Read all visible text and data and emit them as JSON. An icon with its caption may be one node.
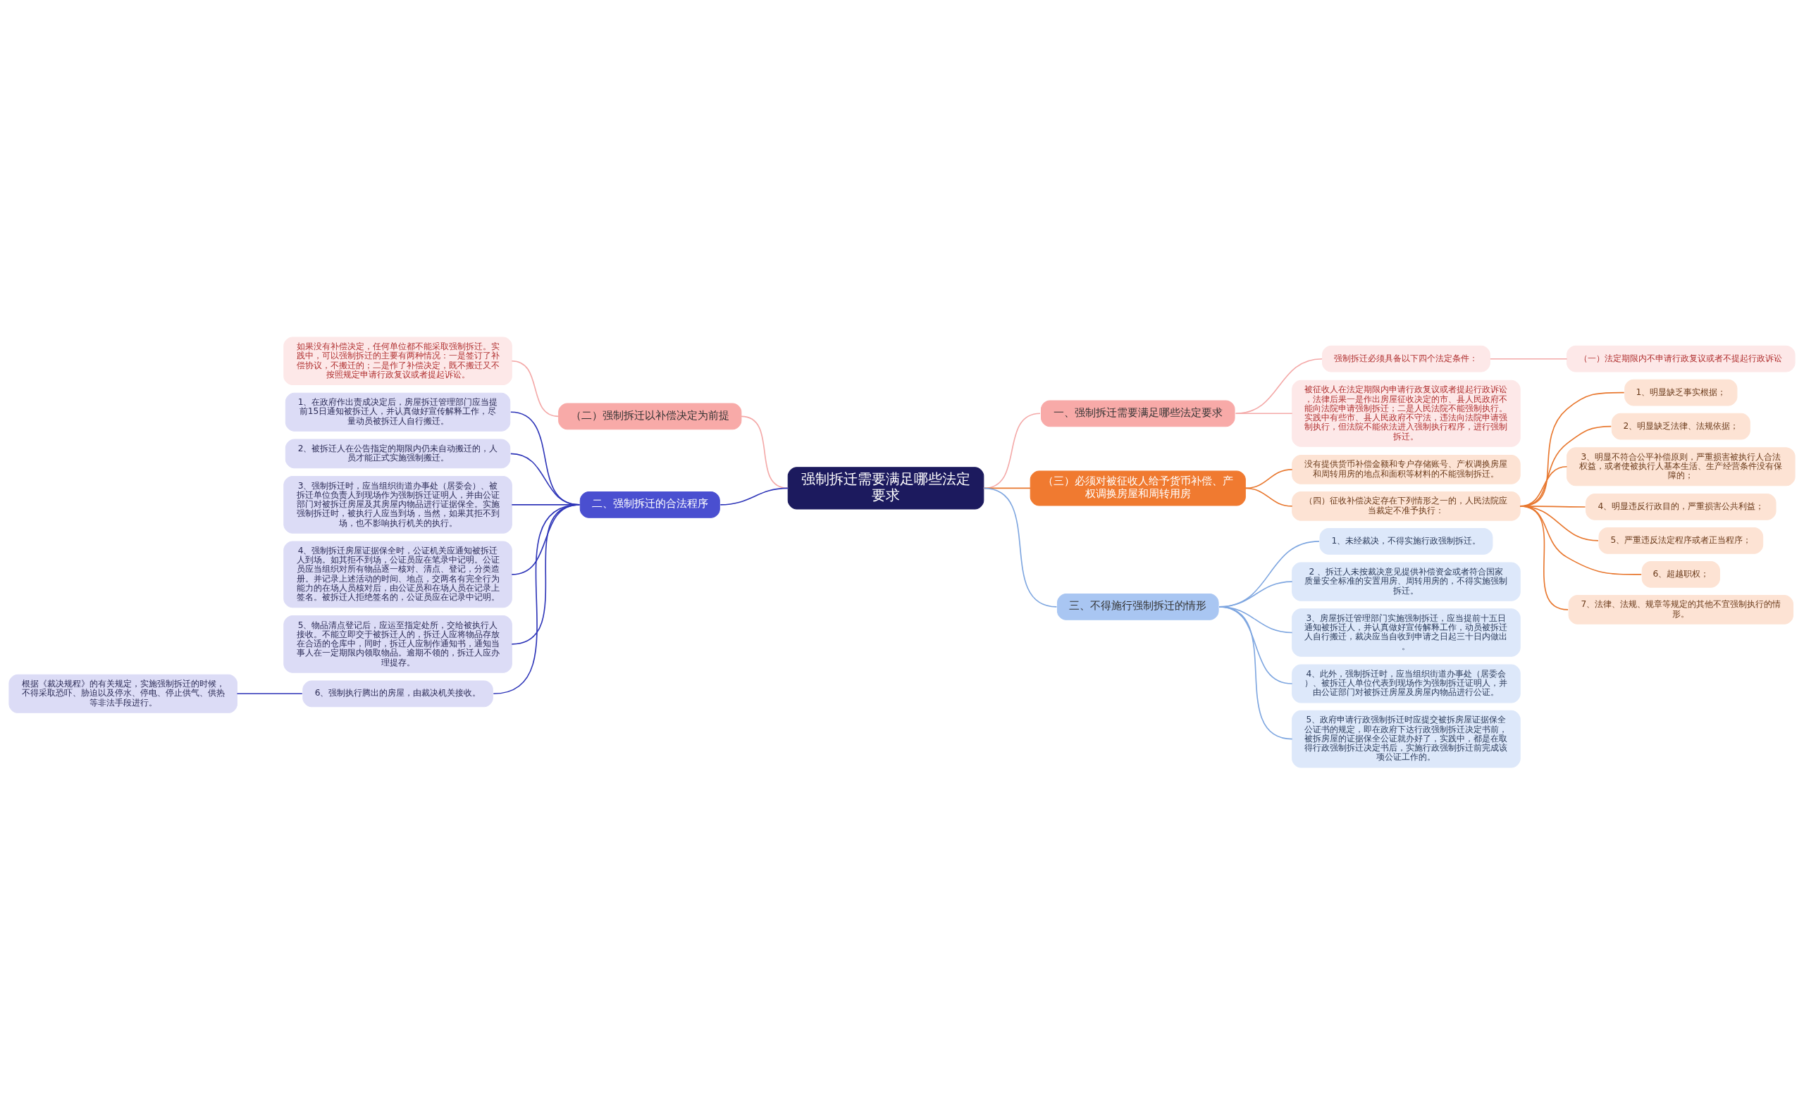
{
  "diagram": {
    "nodes": [
      {
        "text": [
          "强制拆迁需要满足哪些法定要求"
        ]
      },
      {
        "text": [
          "一、强制拆迁需要满足哪些法定要求"
        ]
      },
      {
        "text": [
          "强制拆迁必须具备以下四个法定条件："
        ]
      },
      {
        "text": [
          "（一）法定期限内不申请行政复议或者不提起行政诉讼"
        ]
      },
      {
        "text": [
          "被征收人在法定期限内申请行政复议或者提起行政诉讼，法律后果一是作出房屋征收决定的市、县人民政府不能向法院申请强制拆迁；二是人民法院不能强制执行。实践中有些市、县人民政府不守法，违法向法院申请强制执行，但法院不能依法进入强制执行程序，进行强制拆迁。"
        ]
      },
      {
        "text": [
          "（二）强制拆迁以补偿决定为前提"
        ]
      },
      {
        "text": [
          "如果没有补偿决定，任何单位都不能采取强制拆迁。实践中，可以强制拆迁的主要有两种情况：一是签订了补偿协议，不搬迁的；二是作了补偿决定，既不搬迁又不按照规定申请行政复议或者提起诉讼。"
        ]
      },
      {
        "text": [
          "（三）必须对被征收人给予货币补偿、产权调换房屋和周转用房"
        ]
      },
      {
        "text": [
          "没有提供货币补偿金额和专户存储账号、产权调换房屋和周转用房的地点和面积等材料的不能强制拆迁。"
        ]
      },
      {
        "text": [
          "（四）征收补偿决定存在下列情形之一的，人民法院应当裁定不准予执行："
        ]
      },
      {
        "text": [
          "1、明显缺乏事实根据；"
        ]
      },
      {
        "text": [
          "2、明显缺乏法律、法规依据；"
        ]
      },
      {
        "text": [
          "3、明显不符合公平补偿原则，严重损害被执行人合法权益，或者使被执行人基本生活、生产经营条件没有保障的；"
        ]
      },
      {
        "text": [
          "4、明显违反行政目的，严重损害公共利益；"
        ]
      },
      {
        "text": [
          "5、严重违反法定程序或者正当程序；"
        ]
      },
      {
        "text": [
          "6、超越职权；"
        ]
      },
      {
        "text": [
          "7、法律、法规、规章等规定的其他不宜强制执行的情形。"
        ]
      },
      {
        "text": [
          "二、强制拆迁的合法程序"
        ]
      },
      {
        "text": [
          "1、在政府作出责成决定后，房屋拆迁管理部门应当提前15日通知被拆迁人，并认真做好宣传解释工作，尽量动员被拆迁人自行搬迁。"
        ]
      },
      {
        "text": [
          "2、被拆迁人在公告指定的期限内仍未自动搬迁的，人员才能正式实施强制搬迁。"
        ]
      },
      {
        "text": [
          "3、强制拆迁时，应当组织街道办事处（居委会）、被拆迁单位负责人到现场作为强制拆迁证明人，并由公证部门对被拆迁房屋及其房屋内物品进行证据保全。实施强制拆迁时，被执行人应当到场，当然，如果其拒不到场，也不影响执行机关的执行。"
        ]
      },
      {
        "text": [
          "4、强制拆迁房屋证据保全时，公证机关应通知被拆迁人到场。如其拒不到场，公证员应在笔录中记明。公证员应当组织对所有物品逐一核对、清点、登记，分类造册。并记录上述活动的时间、地点，交两名有完全行为能力的在场人员核对后，由公证员和在场人员在记录上签名。被拆迁人拒绝签名的，公证员应在记录中记明。"
        ]
      },
      {
        "text": [
          "5、物品清点登记后，应运至指定处所，交给被执行人接收。不能立即交于被拆迁人的，拆迁人应将物品存放在合适的仓库中，同时，拆迁人应制作通知书，通知当事人在一定期限内领取物品。逾期不领的，拆迁人应办理提存。"
        ]
      },
      {
        "text": [
          "6、强制执行腾出的房屋，由裁决机关接收。"
        ]
      },
      {
        "text": [
          "根据《裁决规程》的有关规定，实施强制拆迁的时候，不得采取恐吓、胁迫以及停水、停电、停止供气、供热等非法手段进行。"
        ]
      },
      {
        "text": [
          "三、不得施行强制拆迁的情形"
        ]
      },
      {
        "text": [
          "1、未经裁决，不得实施行政强制拆迁。"
        ]
      },
      {
        "text": [
          "2 、拆迁人未按裁决意见提供补偿资金或者符合国家质量安全标准的安置用房、周转用房的，不得实施强制拆迁。"
        ]
      },
      {
        "text": [
          "3、房屋拆迁管理部门实施强制拆迁，应当提前十五日通知被拆迁人，并认真做好宣传解释工作，动员被拆迁人自行搬迁，裁决应当自收到申请之日起三十日内做出。"
        ]
      },
      {
        "text": [
          "4、此外，强制拆迁时，应当组织街道办事处（居委会）、被拆迁人单位代表到现场作为强制拆迁证明人，并由公证部门对被拆迁房屋及房屋内物品进行公证。"
        ]
      },
      {
        "text": [
          "5、政府申请行政强制拆迁时应提交被拆房屋证据保全公证书的规定，即在政府下达行政强制拆迁决定书前，被拆房屋的证据保全公证就办好了，实践中，都是在取得行政强制拆迁决定书后，实施行政强制拆迁前完成该项公证工作的。"
        ]
      }
    ],
    "edges": [
      {
        "from": 0,
        "to": 1,
        "arrow": "none",
        "color": "#f4a9a8"
      },
      {
        "from": 1,
        "to": 2,
        "arrow": "none",
        "color": "#f4a9a8"
      },
      {
        "from": 2,
        "to": 3,
        "arrow": "none",
        "color": "#f4a9a8"
      },
      {
        "from": 1,
        "to": 4,
        "arrow": "none",
        "color": "#f4a9a8"
      },
      {
        "from": 0,
        "to": 5,
        "arrow": "none",
        "color": "#f4a9a8"
      },
      {
        "from": 5,
        "to": 6,
        "arrow": "none",
        "color": "#f4a9a8"
      },
      {
        "from": 0,
        "to": 7,
        "arrow": "none"
      },
      {
        "from": 7,
        "to": 8,
        "arrow": "none"
      },
      {
        "from": 7,
        "to": 9,
        "arrow": "none"
      },
      {
        "from": 9,
        "to": 10,
        "arrow": "none"
      },
      {
        "from": 9,
        "to": 11,
        "arrow": "none"
      },
      {
        "from": 9,
        "to": 12,
        "arrow": "none"
      },
      {
        "from": 9,
        "to": 13,
        "arrow": "none"
      },
      {
        "from": 9,
        "to": 14,
        "arrow": "none"
      },
      {
        "from": 9,
        "to": 15,
        "arrow": "none"
      },
      {
        "from": 9,
        "to": 16,
        "arrow": "none"
      },
      {
        "from": 0,
        "to": 17,
        "arrow": "none",
        "color": "#2e35b8"
      },
      {
        "from": 17,
        "to": 18,
        "arrow": "none",
        "color": "#2e35b8"
      },
      {
        "from": 17,
        "to": 19,
        "arrow": "none",
        "color": "#2e35b8"
      },
      {
        "from": 17,
        "to": 20,
        "arrow": "none",
        "color": "#2e35b8"
      },
      {
        "from": 17,
        "to": 21,
        "arrow": "none",
        "color": "#2e35b8"
      },
      {
        "from": 17,
        "to": 22,
        "arrow": "none",
        "color": "#2e35b8"
      },
      {
        "from": 17,
        "to": 23,
        "arrow": "none",
        "color": "#2e35b8"
      },
      {
        "from": 23,
        "to": 24,
        "arrow": "none",
        "color": "#2e35b8"
      },
      {
        "from": 0,
        "to": 25,
        "arrow": "none",
        "color": "#7ea6e0"
      },
      {
        "from": 25,
        "to": 26,
        "arrow": "none",
        "color": "#7ea6e0"
      },
      {
        "from": 25,
        "to": 27,
        "arrow": "none",
        "color": "#7ea6e0"
      },
      {
        "from": 25,
        "to": 28,
        "arrow": "none",
        "color": "#7ea6e0"
      },
      {
        "from": 25,
        "to": 29,
        "arrow": "none",
        "color": "#7ea6e0"
      },
      {
        "from": 25,
        "to": 30,
        "arrow": "none",
        "color": "#7ea6e0"
      }
    ]
  }
}
